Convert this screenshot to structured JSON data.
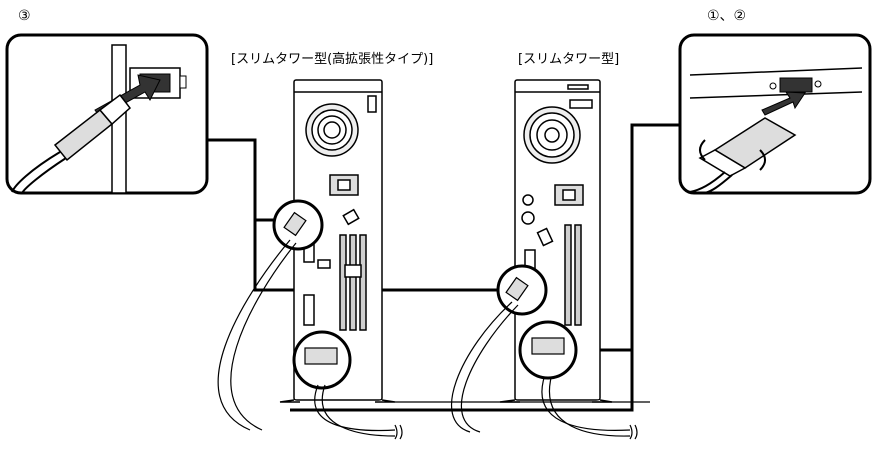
{
  "labels": {
    "step_left": "③",
    "step_right": "①、②",
    "tower_a": "[スリムタワー型(高拡張性タイプ)]",
    "tower_b": "[スリムタワー型]"
  },
  "colors": {
    "line": "#000000",
    "fill_light": "#ffffff",
    "fill_gray": "#cfcfcf"
  }
}
